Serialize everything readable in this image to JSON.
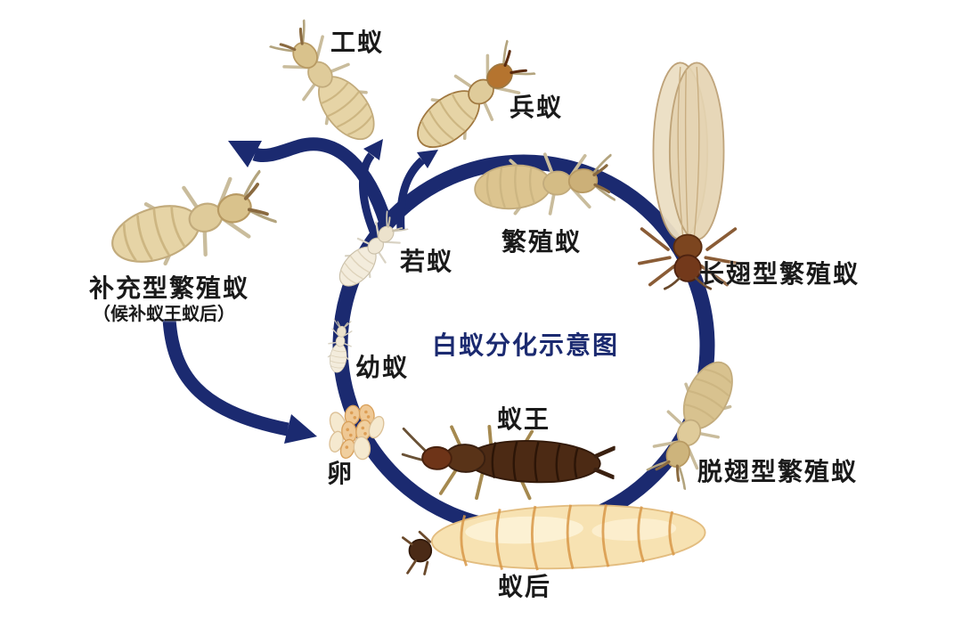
{
  "title": "白蚁分化示意图",
  "colors": {
    "ring_navy": "#1b2a70",
    "label_black": "#1a1a1a",
    "background": "#ffffff",
    "termite_cream": "#e6d4a6",
    "soldier_head_brown": "#b5742f",
    "king_dark_brown": "#4c2a14",
    "queen_body_cream": "#f7e2b2"
  },
  "labels": {
    "worker": "工蚁",
    "soldier": "兵蚁",
    "reproductive": "繁殖蚁",
    "long_winged_reproductive": "长翅型繁殖蚁",
    "dealate_reproductive": "脱翅型繁殖蚁",
    "king": "蚁王",
    "queen": "蚁后",
    "eggs": "卵",
    "larva": "幼蚁",
    "nymph": "若蚁",
    "supplementary_reproductive": "补充型繁殖蚁",
    "supplementary_reproductive_note": "（候补蚁王蚁后）"
  }
}
